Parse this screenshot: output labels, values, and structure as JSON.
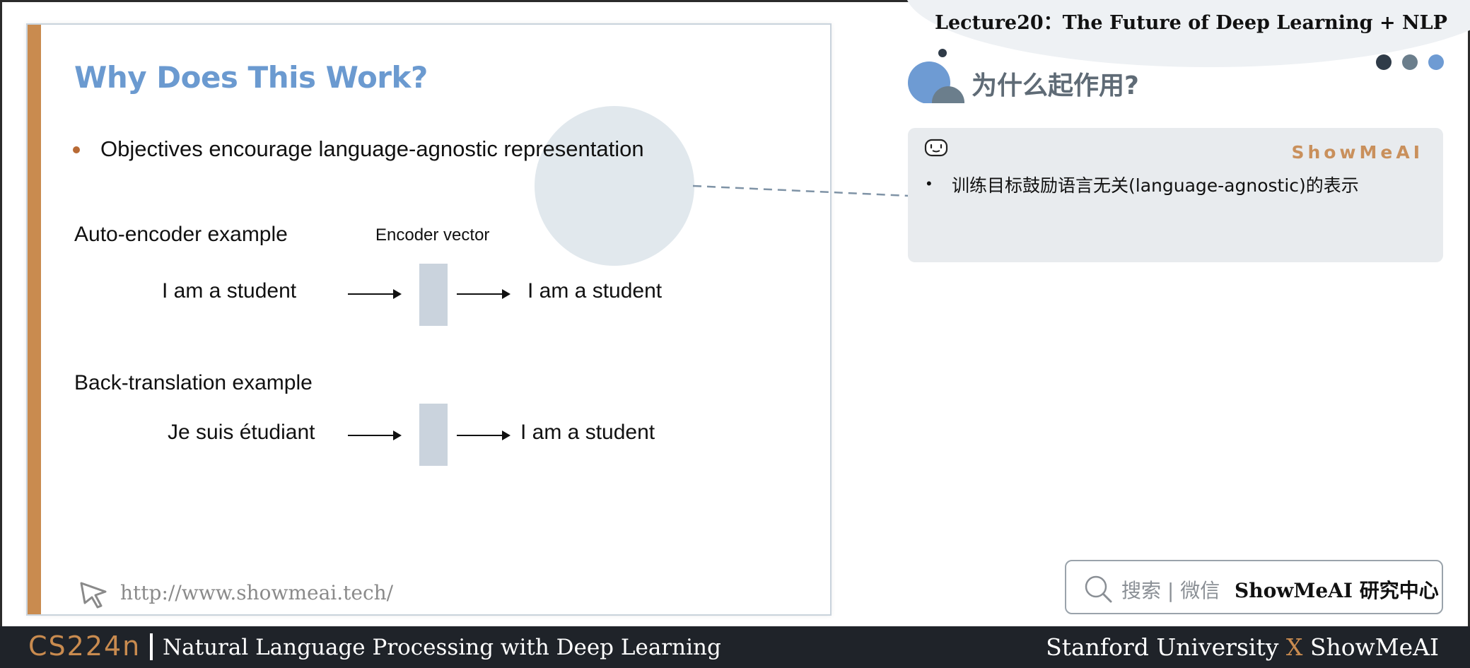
{
  "slide": {
    "title": "Why Does This Work?",
    "bullet": "Objectives encourage language-agnostic representation",
    "auto_encoder_label": "Auto-encoder example",
    "encoder_vector_label": "Encoder vector",
    "auto_encoder_input": "I am a student",
    "auto_encoder_output": "I am a student",
    "back_translation_label": "Back-translation example",
    "back_translation_input": "Je suis étudiant",
    "back_translation_output": "I am a student",
    "url": "http://www.showmeai.tech/"
  },
  "panel": {
    "lecture_title": "Lecture20：The Future of Deep Learning + NLP",
    "section_title": "为什么起作用?",
    "brand_mark": "ShowMeAI",
    "note_bullet": "•",
    "note_text": "训练目标鼓励语言无关(language-agnostic)的表示",
    "search_hint": "搜索 | 微信",
    "search_brand": "ShowMeAI 研究中心"
  },
  "footer": {
    "course_code": "CS224n",
    "course_name": "Natural Language Processing with Deep Learning",
    "right_part1": "Stanford University ",
    "right_x": "X",
    "right_part2": " ShowMeAI"
  },
  "colors": {
    "accent_orange": "#c98b4f",
    "title_blue": "#6b9ad0",
    "footer_bg": "#1f2329",
    "dots": [
      "#2f3b48",
      "#6b7e8c",
      "#6e9bd3"
    ]
  }
}
